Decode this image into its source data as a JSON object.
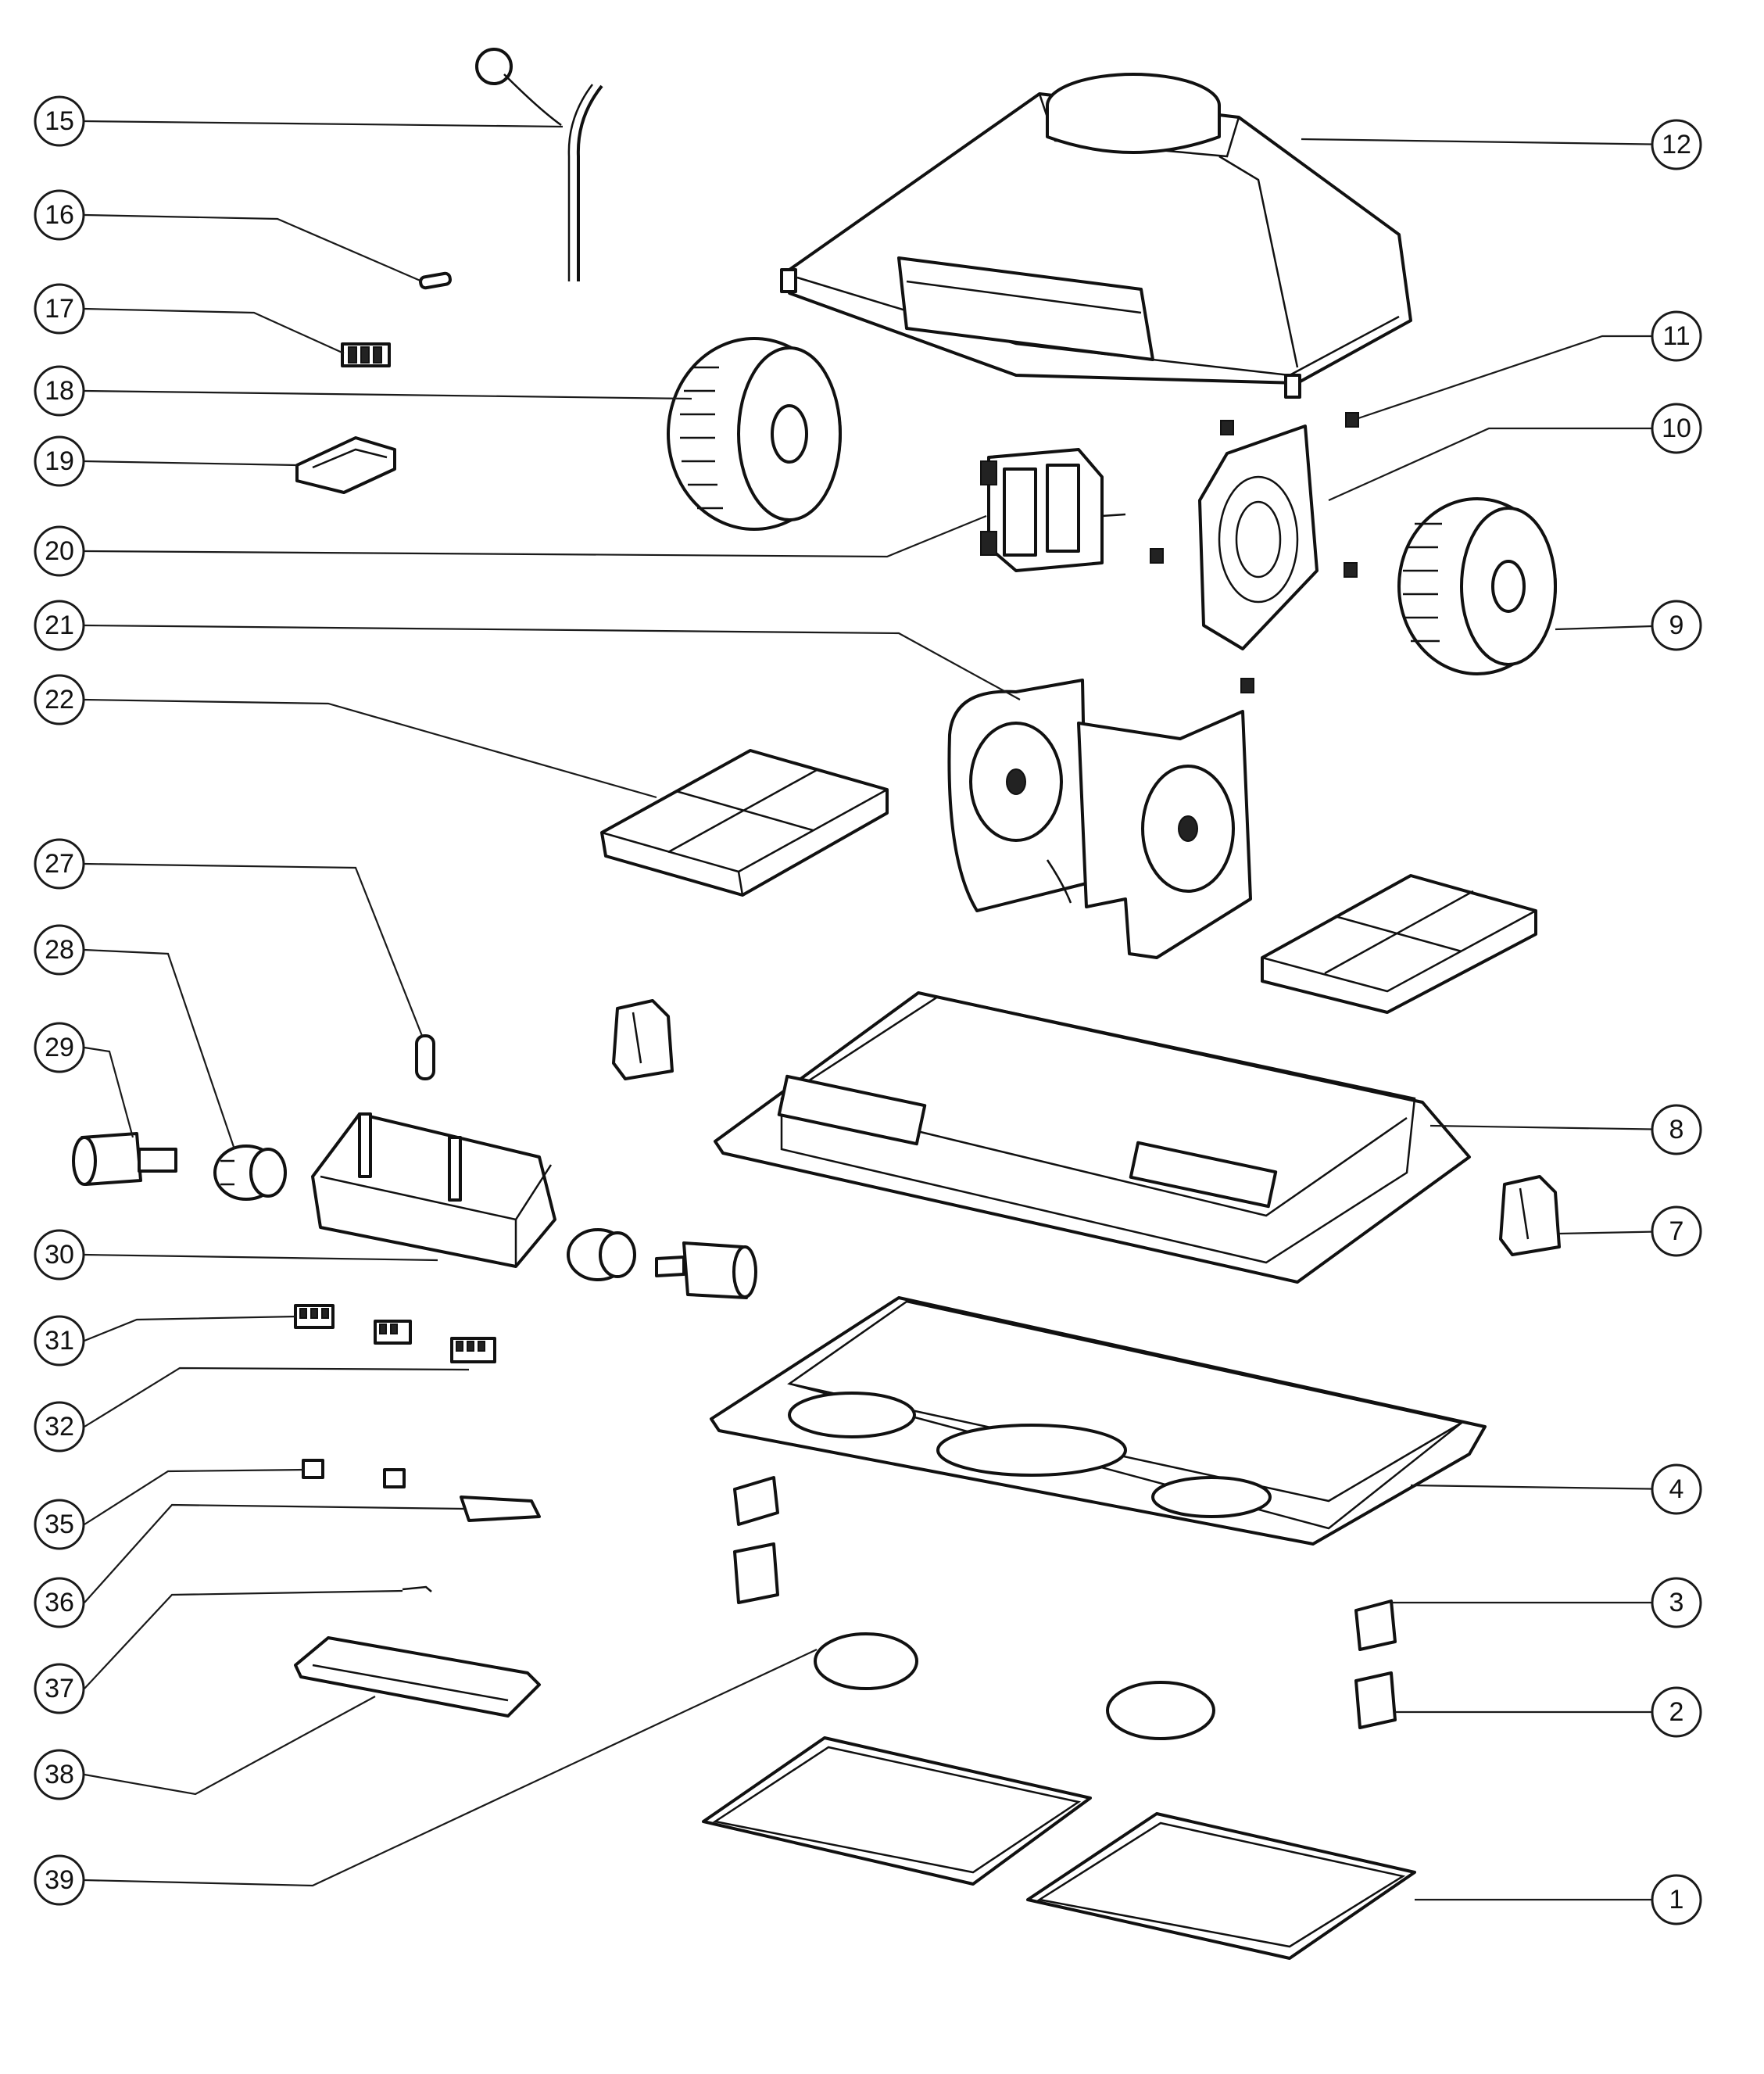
{
  "diagram": {
    "type": "exploded-parts-view",
    "line_color": "#111111",
    "callouts": [
      {
        "id": "c15",
        "label": "15"
      },
      {
        "id": "c16",
        "label": "16"
      },
      {
        "id": "c17",
        "label": "17"
      },
      {
        "id": "c18",
        "label": "18"
      },
      {
        "id": "c19",
        "label": "19"
      },
      {
        "id": "c20",
        "label": "20"
      },
      {
        "id": "c21",
        "label": "21"
      },
      {
        "id": "c22",
        "label": "22"
      },
      {
        "id": "c27",
        "label": "27"
      },
      {
        "id": "c28",
        "label": "28"
      },
      {
        "id": "c29",
        "label": "29"
      },
      {
        "id": "c30",
        "label": "30"
      },
      {
        "id": "c31",
        "label": "31"
      },
      {
        "id": "c32",
        "label": "32"
      },
      {
        "id": "c35",
        "label": "35"
      },
      {
        "id": "c36",
        "label": "36"
      },
      {
        "id": "c37",
        "label": "37"
      },
      {
        "id": "c38",
        "label": "38"
      },
      {
        "id": "c39",
        "label": "39"
      },
      {
        "id": "c12",
        "label": "12"
      },
      {
        "id": "c11",
        "label": "11"
      },
      {
        "id": "c10",
        "label": "10"
      },
      {
        "id": "c9",
        "label": "9"
      },
      {
        "id": "c8",
        "label": "8"
      },
      {
        "id": "c7",
        "label": "7"
      },
      {
        "id": "c4",
        "label": "4"
      },
      {
        "id": "c3",
        "label": "3"
      },
      {
        "id": "c2",
        "label": "2"
      },
      {
        "id": "c1",
        "label": "1"
      }
    ]
  }
}
